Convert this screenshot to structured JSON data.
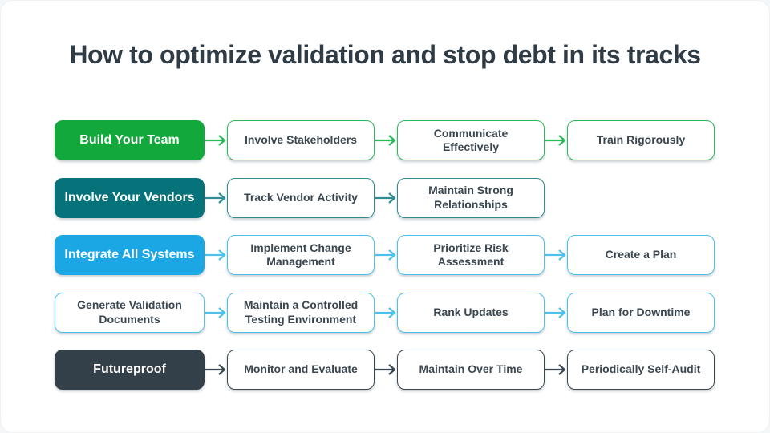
{
  "page": {
    "title": "How to optimize validation and stop debt in its tracks"
  },
  "colors": {
    "title_text": "#2f3b45",
    "step_text": "#3a4650",
    "lead_text": "#ffffff",
    "card_background": "#ffffff"
  },
  "flow": {
    "rows": [
      {
        "name": "build-your-team",
        "theme": {
          "fill": "#13a83c",
          "border": "#2db85b",
          "arrow": "#2db85b"
        },
        "lead": {
          "label": "Build Your Team",
          "style": "filled"
        },
        "steps": [
          "Involve Stakeholders",
          "Communicate Effectively",
          "Train Rigorously"
        ]
      },
      {
        "name": "involve-your-vendors",
        "theme": {
          "fill": "#06737a",
          "border": "#2e8c93",
          "arrow": "#2e8c93"
        },
        "lead": {
          "label": "Involve Your Vendors",
          "style": "filled"
        },
        "steps": [
          "Track Vendor Activity",
          "Maintain Strong Relationships"
        ]
      },
      {
        "name": "integrate-all-systems",
        "theme": {
          "fill": "#1ba7e3",
          "border": "#4ec0ec",
          "arrow": "#4ec0ec"
        },
        "lead": {
          "label": "Integrate All Systems",
          "style": "filled"
        },
        "steps": [
          "Implement Change Management",
          "Prioritize Risk Assessment",
          "Create a Plan"
        ]
      },
      {
        "name": "generate-validation-documents",
        "theme": {
          "fill": "#ffffff",
          "border": "#4ec0ec",
          "arrow": "#4ec0ec"
        },
        "lead": {
          "label": "Generate Validation Documents",
          "style": "outline"
        },
        "steps": [
          "Maintain a Controlled Testing Environment",
          "Rank Updates",
          "Plan for Downtime"
        ]
      },
      {
        "name": "futureproof",
        "theme": {
          "fill": "#333f49",
          "border": "#3a4750",
          "arrow": "#3a4750"
        },
        "lead": {
          "label": "Futureproof",
          "style": "filled"
        },
        "steps": [
          "Monitor and Evaluate",
          "Maintain Over Time",
          "Periodically Self-Audit"
        ]
      }
    ]
  }
}
